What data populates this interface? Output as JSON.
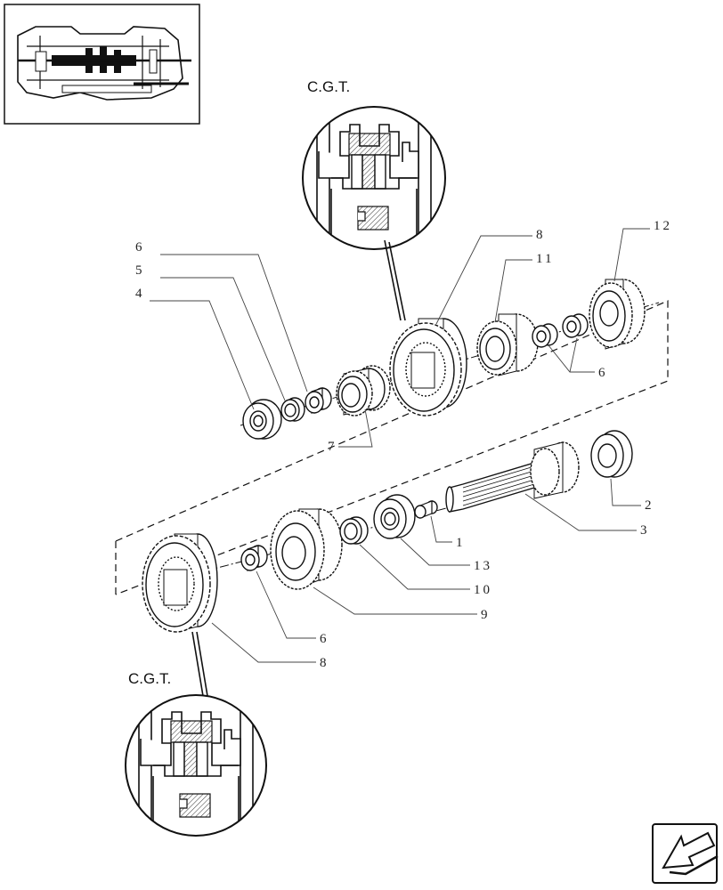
{
  "labels": {
    "cgt_top": "C.G.T.",
    "cgt_bottom": "C.G.T.",
    "n1": "1",
    "n2": "2",
    "n3": "3",
    "n4": "4",
    "n5": "5",
    "n6a": "6",
    "n6b": "6",
    "n6c": "6",
    "n7": "7",
    "n8a": "8",
    "n8b": "8",
    "n9": "9",
    "n10": "10",
    "n11": "11",
    "n12": "12",
    "n13": "13"
  },
  "icons": {
    "locator": "transmission-cutaway-thumbnail",
    "nav": "next-page-arrow-icon"
  }
}
